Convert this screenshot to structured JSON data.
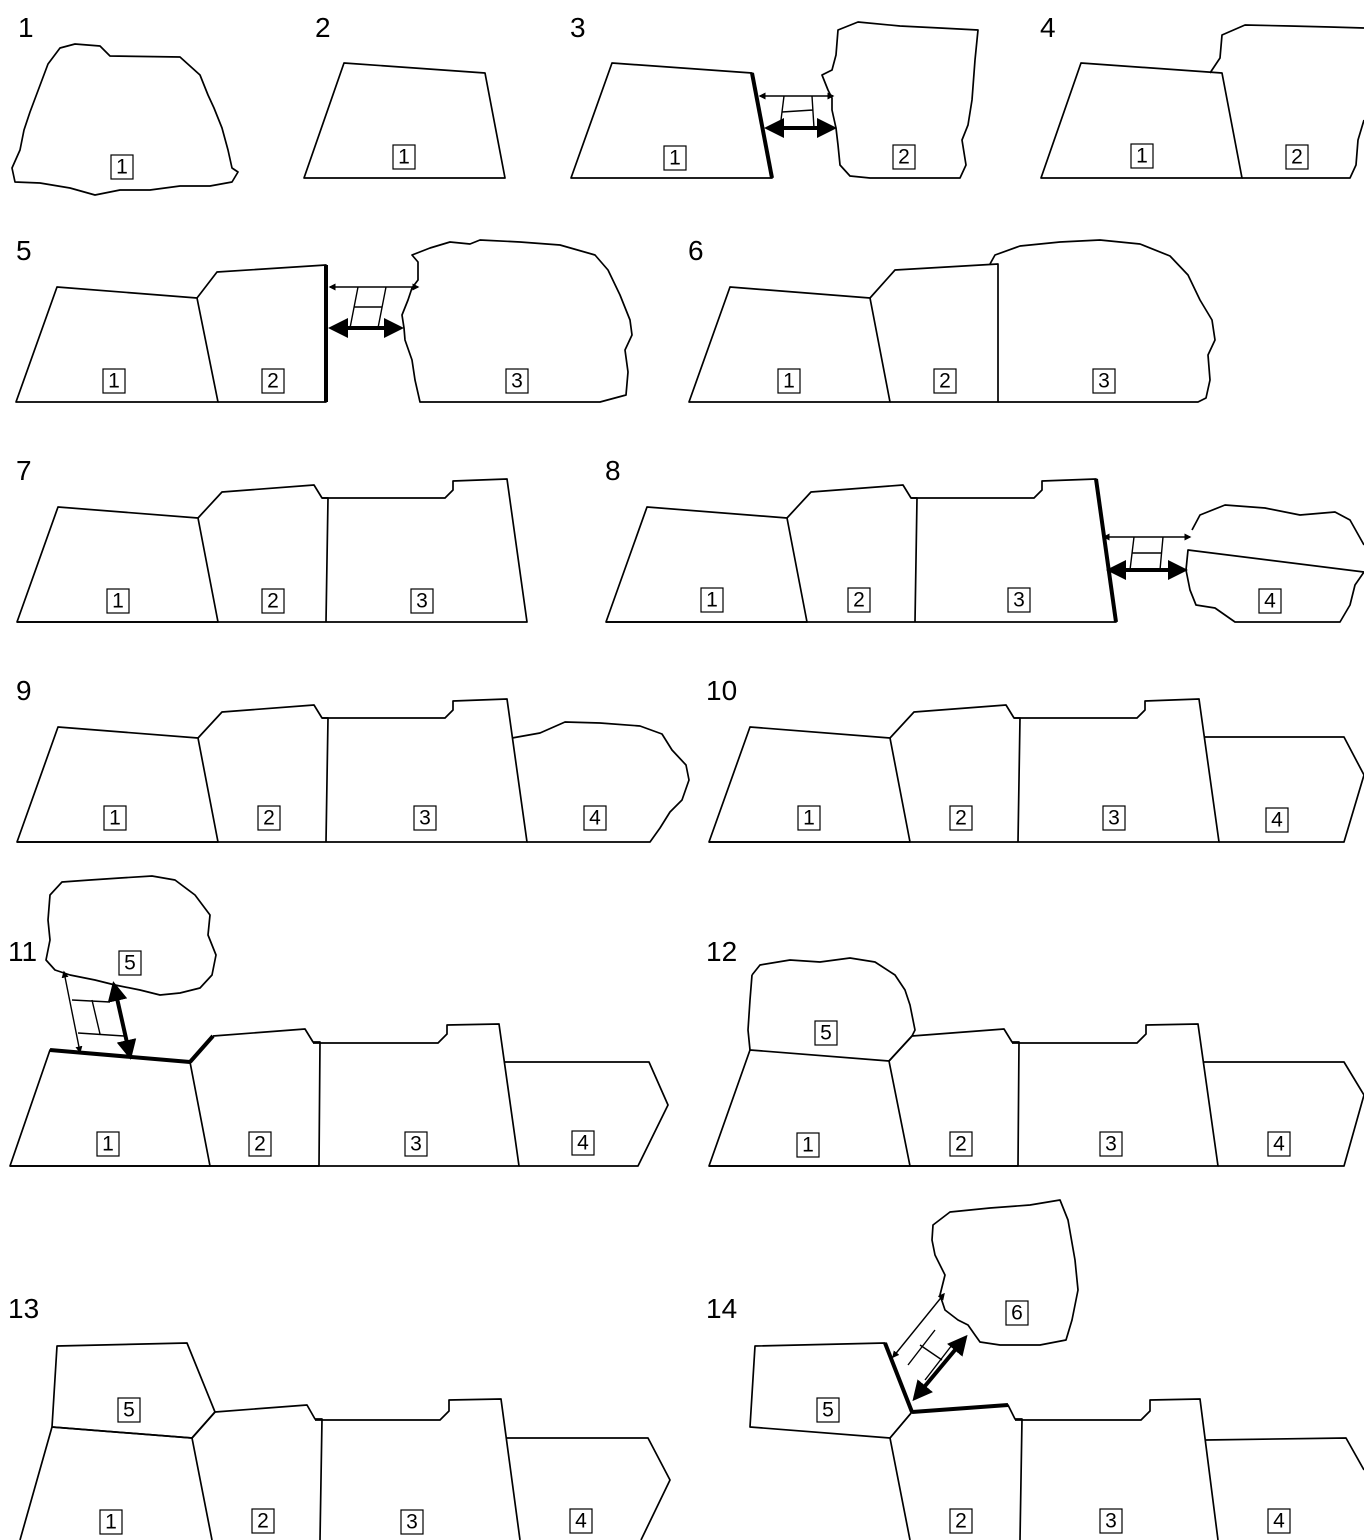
{
  "colors": {
    "line": "#000000",
    "background": "#ffffff"
  },
  "steps": [
    "1",
    "2",
    "3",
    "4",
    "5",
    "6",
    "7",
    "8",
    "9",
    "10",
    "11",
    "12",
    "13",
    "14"
  ],
  "piece_labels": [
    "1",
    "2",
    "3",
    "4",
    "5",
    "6"
  ]
}
